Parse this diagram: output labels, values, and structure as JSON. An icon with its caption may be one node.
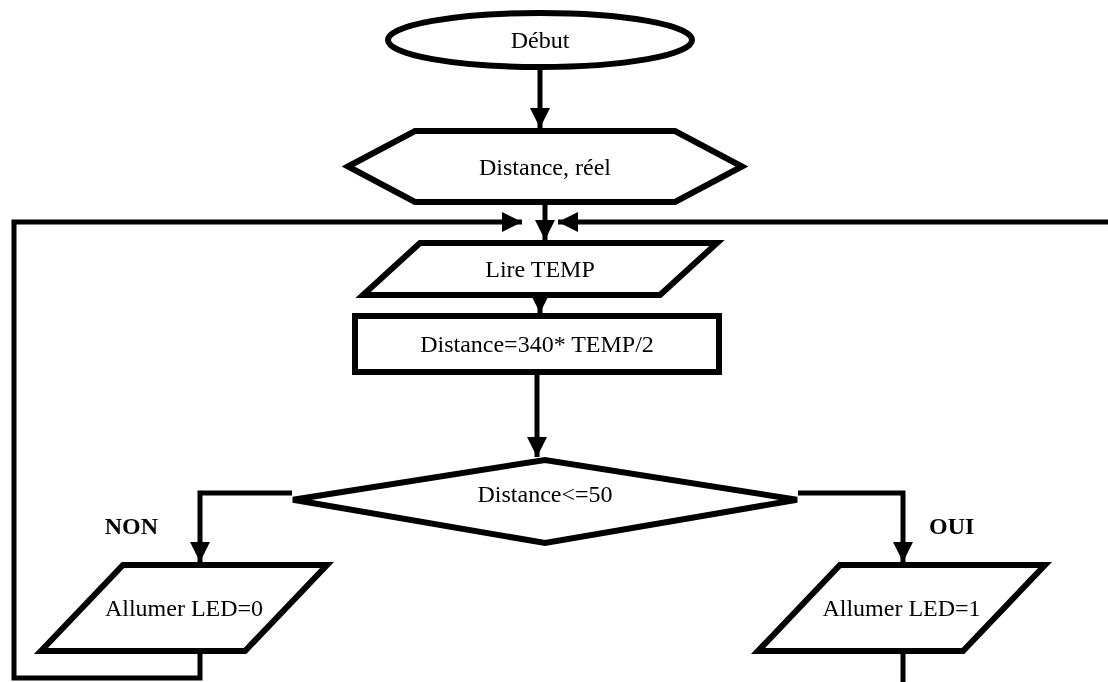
{
  "diagram": {
    "nodes": [
      {
        "text": [
          "Début"
        ]
      },
      {
        "text": [
          "Distance, réel"
        ]
      },
      {
        "text": [
          "Lire TEMP"
        ]
      },
      {
        "text": [
          "Distance=340* TEMP/2"
        ]
      },
      {
        "text": [
          "Distance<=50"
        ]
      },
      {
        "text": [
          "Allumer LED=0"
        ]
      },
      {
        "text": [
          "Allumer LED=1"
        ]
      }
    ],
    "edges": [
      {
        "from": 0,
        "to": 1,
        "arrow": "to"
      },
      {
        "from": 1,
        "to": 2,
        "arrow": "to"
      },
      {
        "from": 2,
        "to": 3,
        "arrow": "to"
      },
      {
        "from": 3,
        "to": 4,
        "arrow": "to"
      },
      {
        "from": 4,
        "to": 5,
        "arrow": "to",
        "label": "NON"
      },
      {
        "from": 4,
        "to": 6,
        "arrow": "to",
        "label": "OUI"
      },
      {
        "from": 5,
        "to": 2,
        "arrow": "to"
      },
      {
        "from": 6,
        "to": 2,
        "arrow": "to"
      }
    ]
  }
}
